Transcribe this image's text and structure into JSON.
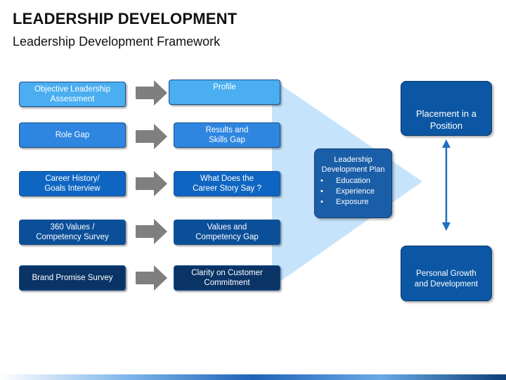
{
  "slide": {
    "title": "LEADERSHIP DEVELOPMENT",
    "subtitle": "Leadership Development Framework"
  },
  "rows": [
    {
      "left": "Objective Leadership\nAssessment",
      "right": "Profile",
      "color": "#4aaef0"
    },
    {
      "left": "Role Gap",
      "right": "Results and\nSkills Gap",
      "color": "#2e86e0"
    },
    {
      "left": "Career History/\nGoals Interview",
      "right": "What Does the\nCareer Story Say ?",
      "color": "#0f66c2"
    },
    {
      "left": "360 Values /\nCompetency Survey",
      "right": "Values and\nCompetency Gap",
      "color": "#0b4f99"
    },
    {
      "left": "Brand Promise Survey",
      "right": "Clarity on Customer\nCommitment",
      "color": "#0a3466"
    }
  ],
  "plan": {
    "title": "Leadership\nDevelopment Plan",
    "items": [
      "Education",
      "Experience",
      "Exposure"
    ],
    "bullet": "•"
  },
  "right_boxes": {
    "top": "Placement in a\nPosition",
    "bottom": "Personal Growth\nand Development"
  },
  "colors": {
    "funnel": "#c5e3fb",
    "arrow": "#7f7f7f",
    "double_arrow": "#1f6fbf"
  }
}
